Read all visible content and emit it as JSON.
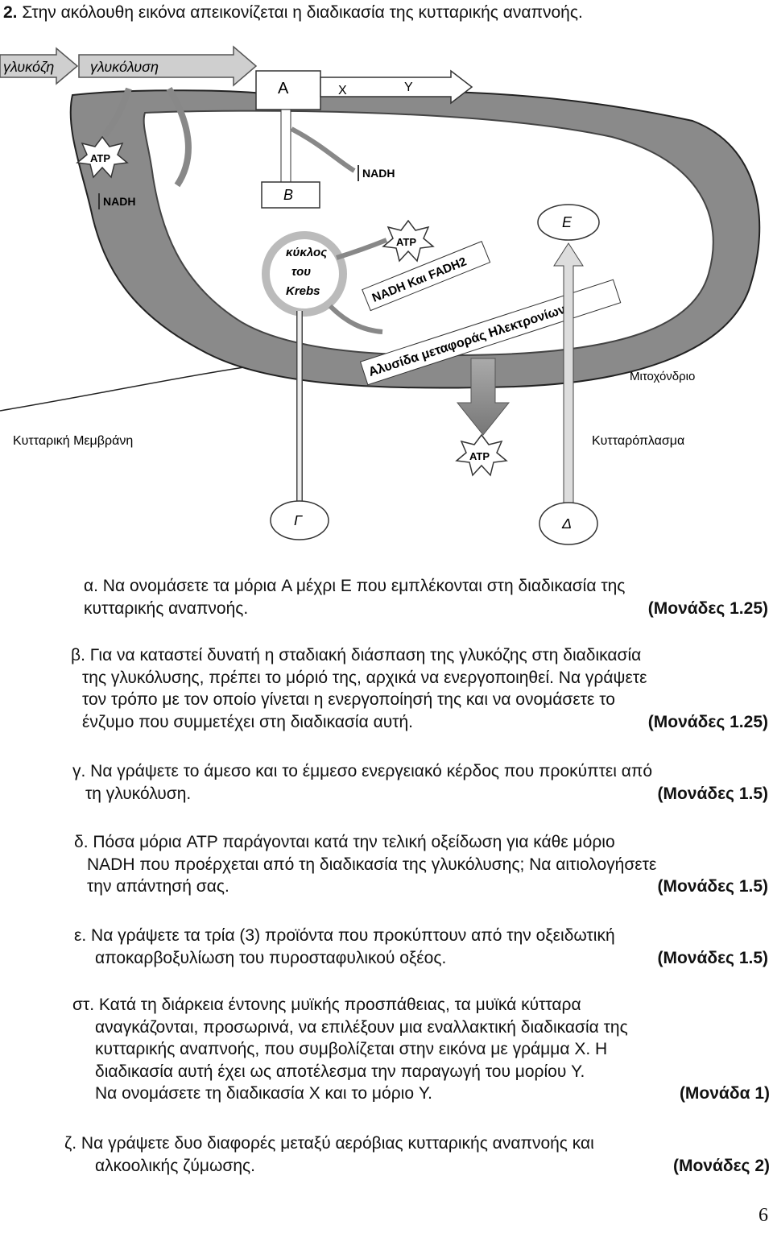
{
  "heading": {
    "number": "2.",
    "text": "Στην ακόλουθη εικόνα απεικονίζεται η διαδικασία της κυτταρικής αναπνοής."
  },
  "diagram": {
    "labels": {
      "glucose": "γλυκόζη",
      "glycolysis": "γλυκόλυση",
      "A": "A",
      "X": "X",
      "Y": "Y",
      "B": "B",
      "E": "E",
      "G": "Γ",
      "D": "Δ",
      "nadh_1": "NADH",
      "nadh_2": "NADH",
      "atp_1": "ATP",
      "atp_2": "ATP",
      "atp_3": "ATP",
      "krebs_1": "κύκλος",
      "krebs_2": "του",
      "krebs_3": "Krebs",
      "nadh_fadh2": "NADH Και FADH2",
      "etc": "Αλυσίδα μεταφοράς Ηλεκτρονίων",
      "mitochondrion": "Μιτοχόνδριο",
      "cell_membrane": "Κυτταρική Μεμβράνη",
      "cytoplasm": "Κυτταρόπλασμα"
    }
  },
  "questions": [
    {
      "lines": [
        "α. Να ονομάσετε τα μόρια A μέχρι E που εμπλέκονται στη διαδικασία της",
        "κυτταρικής αναπνοής."
      ],
      "points": "(Μονάδες 1.25)"
    },
    {
      "lines": [
        "β. Για να καταστεί δυνατή η σταδιακή διάσπαση της γλυκόζης στη διαδικασία",
        "της γλυκόλυσης, πρέπει το μόριό της, αρχικά να ενεργοποιηθεί.  Να γράψετε",
        "τον τρόπο με τον οποίο γίνεται η ενεργοποίησή της και να ονομάσετε το",
        "ένζυμο που συμμετέχει στη διαδικασία αυτή."
      ],
      "points": "(Μονάδες 1.25)"
    },
    {
      "lines": [
        "γ. Να γράψετε το άμεσο και το έμμεσο ενεργειακό κέρδος που προκύπτει από",
        "τη γλυκόλυση."
      ],
      "points": "(Μονάδες 1.5)"
    },
    {
      "lines": [
        "δ. Πόσα μόρια ATP παράγονται κατά την τελική οξείδωση για κάθε  μόριο",
        "NADH που προέρχεται από τη διαδικασία της γλυκόλυσης; Να αιτιολογήσετε",
        "την απάντησή σας."
      ],
      "points": "(Μονάδες 1.5)"
    },
    {
      "lines": [
        "ε.  Να γράψετε τα τρία  (3) προϊόντα που προκύπτουν από την οξειδωτική",
        "αποκαρβοξυλίωση του πυροσταφυλικού οξέος."
      ],
      "points": "(Μονάδες 1.5)"
    },
    {
      "lines": [
        "στ. Κατά τη διάρκεια έντονης μυϊκής προσπάθειας, τα μυϊκά κύτταρα",
        "αναγκάζονται, προσωρινά, να επιλέξουν μια εναλλακτική διαδικασία της",
        "κυτταρικής αναπνοής, που συμβολίζεται στην εικόνα με γράμμα X.  H",
        "διαδικασία αυτή έχει ως αποτέλεσμα την παραγωγή του μορίου Y.",
        " Να ονομάσετε τη διαδικασία X και το μόριο Y."
      ],
      "points": "(Μονάδα 1)"
    },
    {
      "lines": [
        "ζ.   Να γράψετε δυο διαφορές μεταξύ αερόβιας κυτταρικής αναπνοής και",
        "αλκοολικής ζύμωσης."
      ],
      "points": "(Μονάδες 2)"
    }
  ],
  "page_number": "6"
}
